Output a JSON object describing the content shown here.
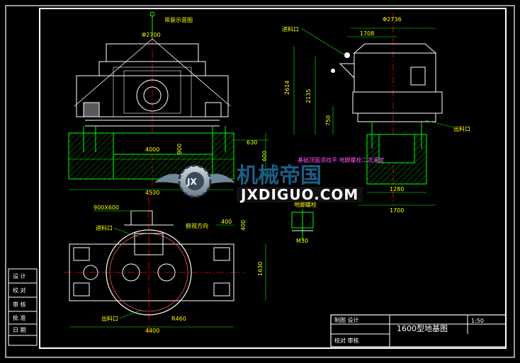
{
  "drawing": {
    "title_block_name": "1600型地基图",
    "title_block_scale": "1:50",
    "title_block_small_1": "制图 设计",
    "title_block_small_2": "校对 审核",
    "side_labels": [
      "设 计",
      "校 对",
      "审 核",
      "批 准",
      "日 期"
    ]
  },
  "views": {
    "front": {
      "caption": "吊装示意图",
      "dim_top": "Φ2700",
      "dim_base_inner": "4000",
      "dim_base_outer": "4530",
      "dim_height": "900",
      "dim_side": "630",
      "dim_side2": "600"
    },
    "side": {
      "label_feed": "进料口",
      "label_discharge": "出料口",
      "dim_dia": "Φ2736",
      "dim_top": "1708",
      "dim_h1": "2614",
      "dim_h2": "2135",
      "dim_h3": "750",
      "dim_base1": "1280",
      "dim_base2": "1700",
      "note": "基础顶面须找平 地脚螺栓二次灌浆"
    },
    "plan": {
      "dim_top": "900X600",
      "label_feed": "进料口",
      "label_view": "俯视方向",
      "label_discharge": "出料口",
      "dim_bottom": "4400",
      "dim_radius": "R460",
      "dim_right": "1630",
      "dim_400a": "400",
      "dim_400b": "400"
    },
    "detail": {
      "caption": "地脚螺栓",
      "dim": "M30"
    }
  },
  "watermark": {
    "cn": "机械帝国",
    "en": "JXDIGUO.COM",
    "logo_letters": "JX"
  },
  "colors": {
    "border": "#ffffff",
    "dimension": "#00ff00",
    "text": "#ffff00",
    "centerline": "#ff0000",
    "outline": "#ffffff",
    "accent": "#ff55ff",
    "watermark_blue": "#1c5d86"
  }
}
